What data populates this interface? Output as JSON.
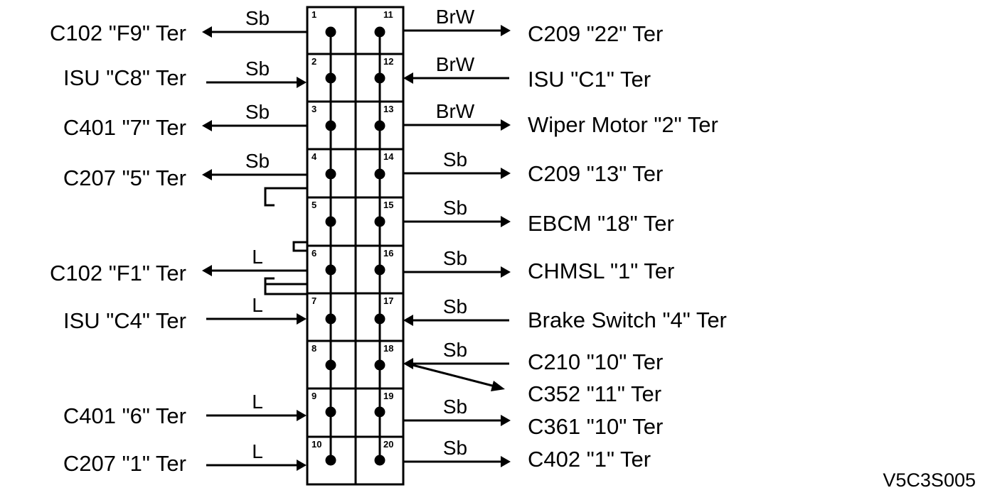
{
  "diagram": {
    "code": "V5C3S005",
    "left_rows": [
      {
        "num": "1",
        "wire": "Sb",
        "label": "C102 \"F9\" Ter",
        "dir": "out"
      },
      {
        "num": "2",
        "wire": "Sb",
        "label": "ISU \"C8\" Ter",
        "dir": "in"
      },
      {
        "num": "3",
        "wire": "Sb",
        "label": "C401 \"7\" Ter",
        "dir": "out"
      },
      {
        "num": "4",
        "wire": "Sb",
        "label": "C207 \"5\" Ter",
        "dir": "out"
      },
      {
        "num": "5",
        "wire": "",
        "label": "",
        "dir": "none"
      },
      {
        "num": "6",
        "wire": "L",
        "label": "C102 \"F1\" Ter",
        "dir": "out"
      },
      {
        "num": "7",
        "wire": "L",
        "label": "ISU \"C4\" Ter",
        "dir": "in"
      },
      {
        "num": "8",
        "wire": "",
        "label": "",
        "dir": "none"
      },
      {
        "num": "9",
        "wire": "L",
        "label": "C401 \"6\" Ter",
        "dir": "in"
      },
      {
        "num": "10",
        "wire": "L",
        "label": "C207 \"1\" Ter",
        "dir": "in"
      }
    ],
    "right_rows": [
      {
        "num": "11",
        "wire": "BrW",
        "label": "C209 \"22\" Ter",
        "dir": "out"
      },
      {
        "num": "12",
        "wire": "BrW",
        "label": "ISU \"C1\" Ter",
        "dir": "in"
      },
      {
        "num": "13",
        "wire": "BrW",
        "label": "Wiper Motor \"2\" Ter",
        "dir": "out"
      },
      {
        "num": "14",
        "wire": "Sb",
        "label": "C209 \"13\" Ter",
        "dir": "out"
      },
      {
        "num": "15",
        "wire": "Sb",
        "label": "EBCM \"18\" Ter",
        "dir": "out"
      },
      {
        "num": "16",
        "wire": "Sb",
        "label": "CHMSL \"1\" Ter",
        "dir": "out"
      },
      {
        "num": "17",
        "wire": "Sb",
        "label": "Brake Switch \"4\" Ter",
        "dir": "in"
      },
      {
        "num": "18",
        "wire": "Sb",
        "label": "C210 \"10\" Ter",
        "dir": "in",
        "extra_label": "C352 \"11\" Ter"
      },
      {
        "num": "19",
        "wire": "Sb",
        "label": "C361 \"10\" Ter",
        "dir": "out"
      },
      {
        "num": "20",
        "wire": "Sb",
        "label": "C402 \"1\" Ter",
        "dir": "out"
      }
    ]
  }
}
